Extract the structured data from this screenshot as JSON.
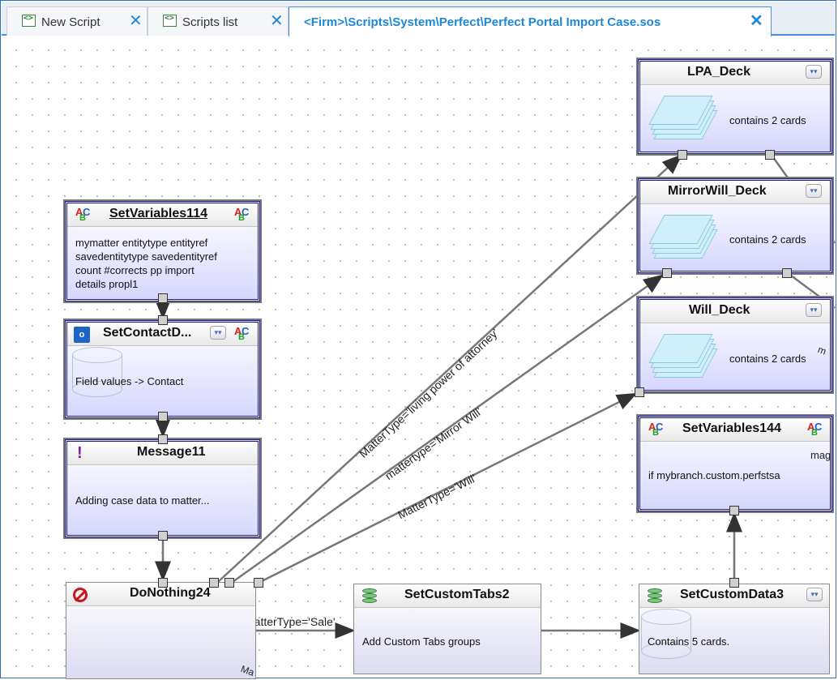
{
  "tabs": [
    {
      "label": "New Script"
    },
    {
      "label": "Scripts list"
    },
    {
      "label": "<Firm>\\Scripts\\System\\Perfect\\Perfect Portal Import Case.sos"
    }
  ],
  "tab_close": "✕",
  "icons": {
    "script_tab": "script-icon",
    "close": "close-icon",
    "expand": "chevron-down-icon",
    "variables": "abc-variables-icon",
    "contact": "outlook-icon",
    "message": "exclamation-icon",
    "donothing": "stop-icon",
    "customdata": "database-icon",
    "deck": "cards-stack-icon"
  },
  "nodes": {
    "setvariables114": {
      "title": "SetVariables114",
      "body": [
        "mymatter entitytype entityref",
        "savedentitytype savedentityref",
        "count #corrects pp import",
        "details propl1"
      ]
    },
    "setcontact": {
      "title": "SetContactD...",
      "body": "Field values -> Contact"
    },
    "message11": {
      "title": "Message11",
      "body": "Adding case data to matter..."
    },
    "donothing24": {
      "title": "DoNothing24"
    },
    "setcustomtabs2": {
      "title": "SetCustomTabs2",
      "body": "Add Custom Tabs groups"
    },
    "setcustomdata3": {
      "title": "SetCustomData3",
      "body": "Contains 5 cards."
    },
    "lpa_deck": {
      "title": "LPA_Deck",
      "body": "contains 2 cards"
    },
    "mirrorwill_deck": {
      "title": "MirrorWill_Deck",
      "body": "contains 2 cards"
    },
    "will_deck": {
      "title": "Will_Deck",
      "body": "contains 2 cards"
    },
    "setvariables144": {
      "title": "SetVariables144",
      "body": "if mybranch.custom.perfstsa"
    }
  },
  "links": {
    "lpa": "MatterType='living power of attorney'",
    "mirror": "mattertype='Mirror Will'",
    "will": "MatterType='Will'",
    "sale": "MatterType='Sale'"
  },
  "clipped": {
    "mag": "mag",
    "m": "m",
    "ma": "Ma"
  }
}
